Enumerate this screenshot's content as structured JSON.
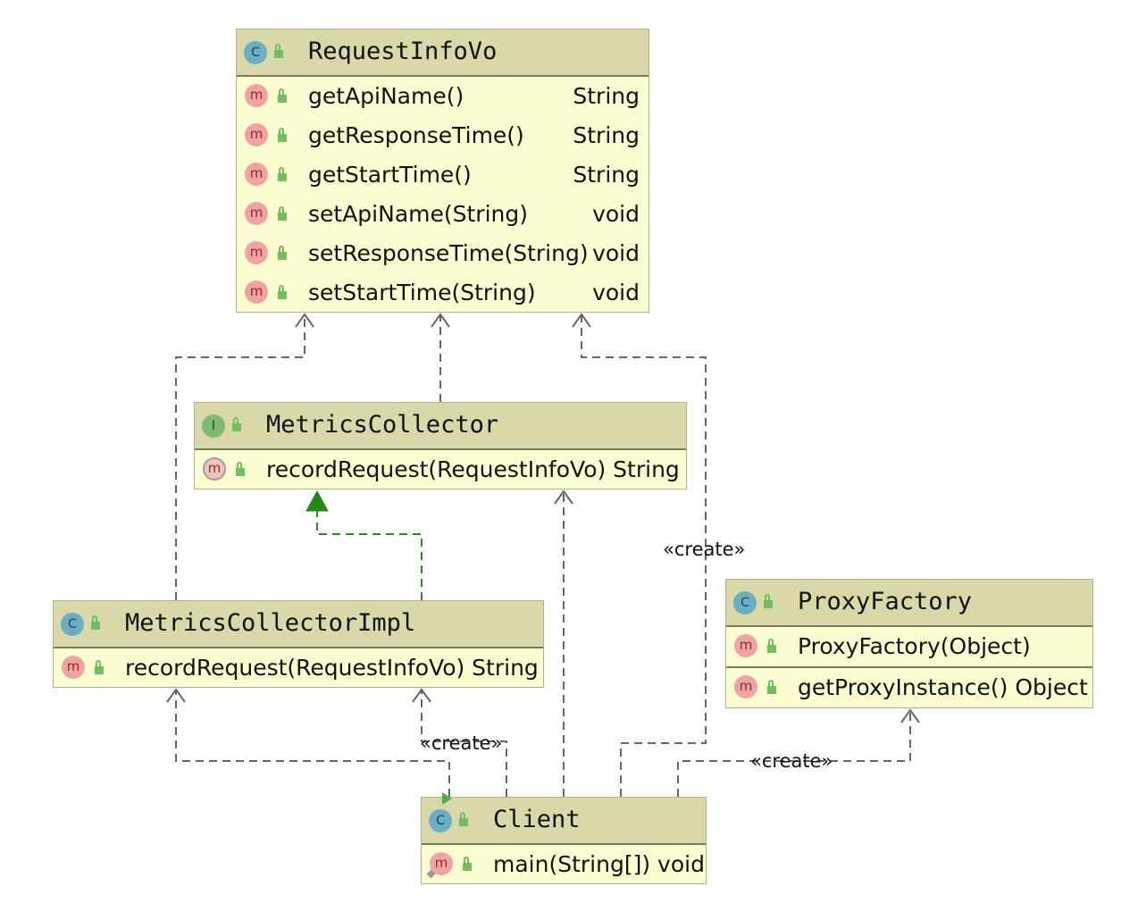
{
  "colors": {
    "class_icon": "#6aaec4",
    "interface_icon": "#7fb978",
    "method_icon": "#f1a2a2",
    "header_fill": "#d8d8a8",
    "body_fill": "#fdfdd2",
    "dependency_line": "#666666",
    "realization_line": "#2e8b22"
  },
  "classes": {
    "request_info_vo": {
      "kind": "class",
      "kind_icon": "C",
      "name": "RequestInfoVo",
      "members": [
        {
          "icon": "m",
          "signature": "getApiName()",
          "type": "String"
        },
        {
          "icon": "m",
          "signature": "getResponseTime()",
          "type": "String"
        },
        {
          "icon": "m",
          "signature": "getStartTime()",
          "type": "String"
        },
        {
          "icon": "m",
          "signature": "setApiName(String)",
          "type": "void"
        },
        {
          "icon": "m",
          "signature": "setResponseTime(String)",
          "type": "void"
        },
        {
          "icon": "m",
          "signature": "setStartTime(String)",
          "type": "void"
        }
      ]
    },
    "metrics_collector": {
      "kind": "interface",
      "kind_icon": "I",
      "name": "MetricsCollector",
      "members": [
        {
          "icon": "m",
          "signature": "recordRequest(RequestInfoVo) String"
        }
      ]
    },
    "metrics_collector_impl": {
      "kind": "class",
      "kind_icon": "C",
      "name": "MetricsCollectorImpl",
      "members": [
        {
          "icon": "m",
          "signature": "recordRequest(RequestInfoVo) String"
        }
      ]
    },
    "proxy_factory": {
      "kind": "class",
      "kind_icon": "C",
      "name": "ProxyFactory",
      "members": [
        {
          "icon": "m",
          "signature": "ProxyFactory(Object)"
        },
        {
          "icon": "m",
          "signature": "getProxyInstance() Object"
        }
      ]
    },
    "client": {
      "kind": "class",
      "kind_icon": "C",
      "name": "Client",
      "members": [
        {
          "icon": "m",
          "signature": "main(String[]) void"
        }
      ]
    }
  },
  "relations": {
    "labels": {
      "client_creates_request_info_vo": "«create»",
      "client_creates_metrics_collector_impl": "«create»",
      "client_creates_proxy_factory": "«create»"
    },
    "list": [
      {
        "from": "MetricsCollectorImpl",
        "to": "MetricsCollector",
        "type": "realization"
      },
      {
        "from": "MetricsCollectorImpl",
        "to": "RequestInfoVo",
        "type": "dependency"
      },
      {
        "from": "MetricsCollector",
        "to": "RequestInfoVo",
        "type": "dependency"
      },
      {
        "from": "Client",
        "to": "RequestInfoVo",
        "type": "create"
      },
      {
        "from": "Client",
        "to": "MetricsCollector",
        "type": "dependency"
      },
      {
        "from": "Client",
        "to": "MetricsCollectorImpl",
        "type": "dependency"
      },
      {
        "from": "Client",
        "to": "MetricsCollectorImpl",
        "type": "create"
      },
      {
        "from": "Client",
        "to": "ProxyFactory",
        "type": "create"
      }
    ]
  }
}
